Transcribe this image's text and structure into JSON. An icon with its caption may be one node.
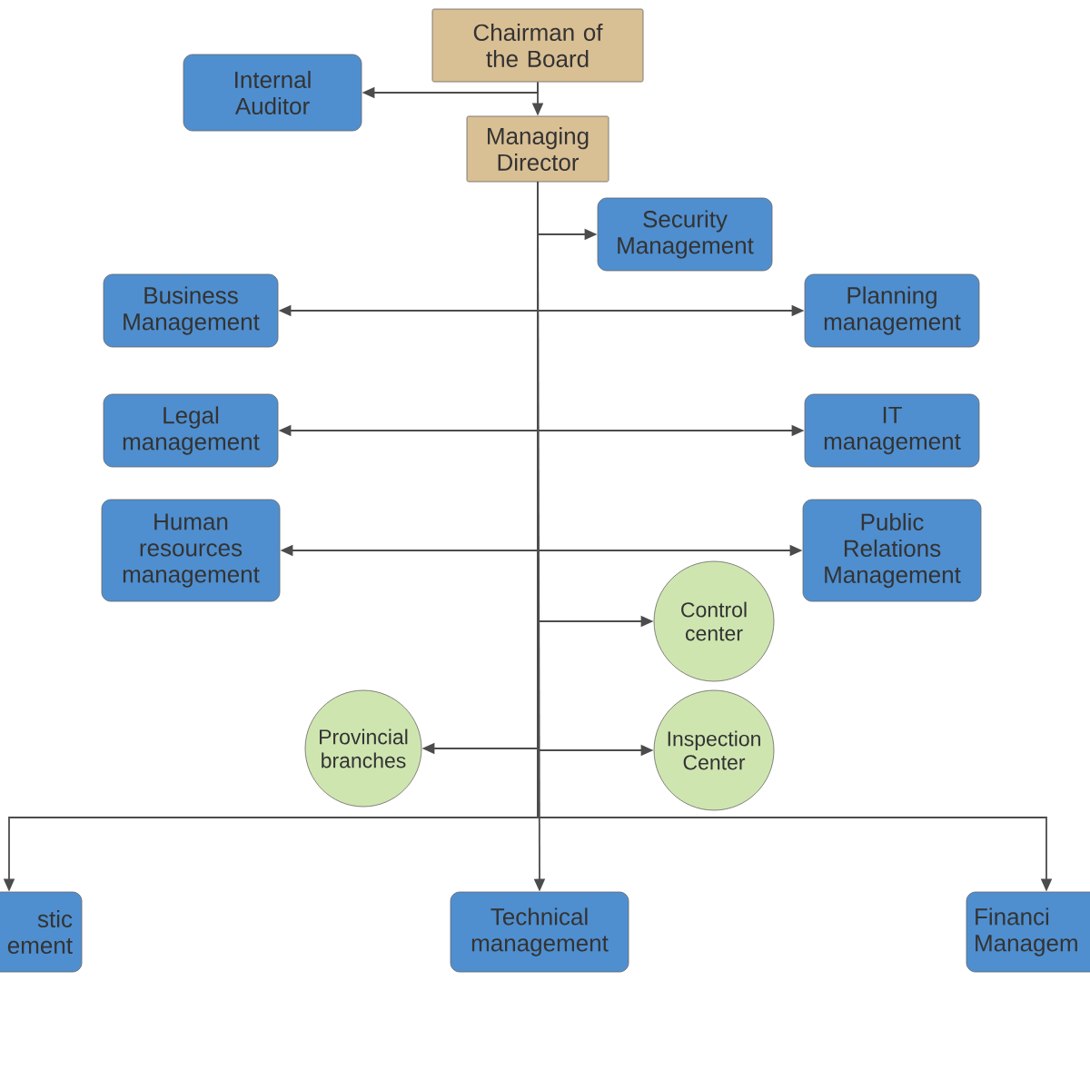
{
  "diagram": {
    "nodes": [
      {
        "text": [
          "Chairman of the Board"
        ]
      },
      {
        "text": [
          "Internal Auditor"
        ]
      },
      {
        "text": [
          "Managing Director"
        ]
      },
      {
        "text": [
          "Security Management"
        ]
      },
      {
        "text": [
          "Business Management"
        ]
      },
      {
        "text": [
          "Planning management"
        ]
      },
      {
        "text": [
          "Legal management"
        ]
      },
      {
        "text": [
          "IT management"
        ]
      },
      {
        "text": [
          "Human resources management"
        ]
      },
      {
        "text": [
          "Public Relations Management"
        ]
      },
      {
        "text": [
          "Control center"
        ]
      },
      {
        "text": [
          "Provincial branches"
        ]
      },
      {
        "text": [
          "Inspection Center"
        ]
      },
      {
        "text": [
          "stic ement"
        ]
      },
      {
        "text": [
          "Technical management"
        ]
      },
      {
        "text": [
          "Financi Managem"
        ]
      }
    ],
    "edges": [
      {
        "from": 0,
        "to": 1,
        "arrow": "to"
      },
      {
        "from": 0,
        "to": 2,
        "arrow": "to"
      },
      {
        "from": 2,
        "to": 3,
        "arrow": "to"
      },
      {
        "from": 2,
        "to": 4,
        "arrow": "to"
      },
      {
        "from": 2,
        "to": 5,
        "arrow": "to"
      },
      {
        "from": 2,
        "to": 6,
        "arrow": "to"
      },
      {
        "from": 2,
        "to": 7,
        "arrow": "to"
      },
      {
        "from": 2,
        "to": 8,
        "arrow": "to"
      },
      {
        "from": 2,
        "to": 9,
        "arrow": "to"
      },
      {
        "from": 2,
        "to": 10,
        "arrow": "to"
      },
      {
        "from": 2,
        "to": 11,
        "arrow": "to"
      },
      {
        "from": 2,
        "to": 12,
        "arrow": "to"
      },
      {
        "from": 2,
        "to": 13,
        "arrow": "to"
      },
      {
        "from": 2,
        "to": 14,
        "arrow": "to"
      },
      {
        "from": 2,
        "to": 15,
        "arrow": "to"
      }
    ]
  }
}
